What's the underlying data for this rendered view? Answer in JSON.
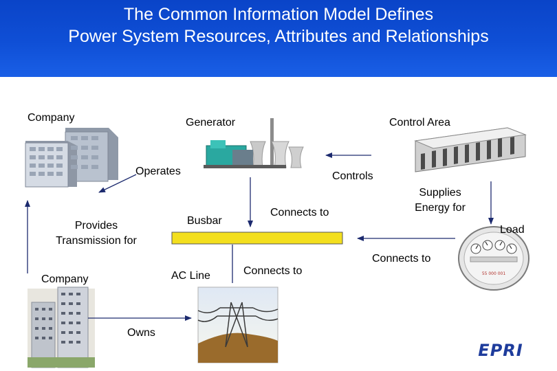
{
  "header": {
    "title_line1": "The Common Information Model Defines",
    "title_line2": "Power System Resources, Attributes and Relationships",
    "background_color": "#0f4fd6"
  },
  "labels": {
    "company_top": "Company",
    "generator": "Generator",
    "control_area": "Control Area",
    "operates": "Operates",
    "controls": "Controls",
    "supplies_line1": "Supplies",
    "supplies_line2": "Energy for",
    "busbar": "Busbar",
    "connects_to_upper": "Connects to",
    "load": "Load",
    "provides_line1": "Provides",
    "provides_line2": "Transmission for",
    "company_bottom": "Company",
    "ac_line": "AC Line",
    "connects_to_lower": "Connects to",
    "connects_to_right": "Connects to",
    "owns": "Owns"
  },
  "meter": {
    "serial": "55 000 001"
  },
  "logo": {
    "text": "EPRI",
    "color": "#1e3c9c"
  },
  "colors": {
    "busbar_fill": "#f3df1e",
    "arrow": "#1c2a6e"
  }
}
